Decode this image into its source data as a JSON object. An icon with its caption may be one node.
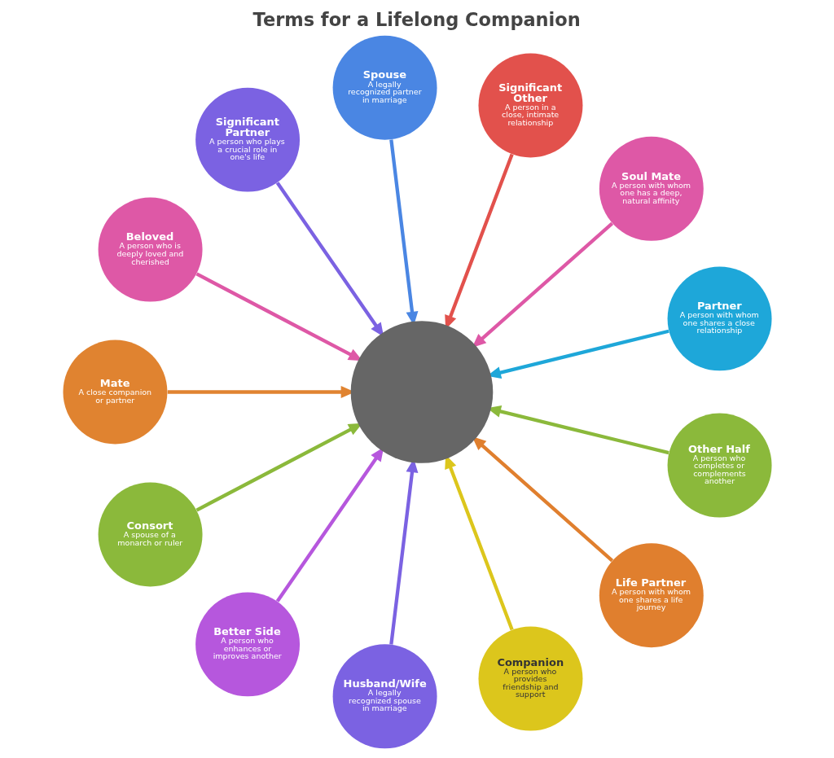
{
  "diagram": {
    "title": "Terms for a Lifelong Companion",
    "nodes": [
      {
        "text": [],
        "shape": "circle"
      },
      {
        "text": [
          "Spouse",
          "A legally recognized partner in marriage"
        ]
      },
      {
        "text": [
          "Significant Other",
          "A person in a close, intimate relationship"
        ]
      },
      {
        "text": [
          "Soul Mate",
          "A person with whom one has a deep, natural affinity"
        ]
      },
      {
        "text": [
          "Partner",
          "A person with whom one shares a close relationship"
        ]
      },
      {
        "text": [
          "Other Half",
          "A person who completes or complements another"
        ]
      },
      {
        "text": [
          "Life Partner",
          "A person with whom one shares a life journey"
        ]
      },
      {
        "text": [
          "Companion",
          "A person who provides friendship and support"
        ]
      },
      {
        "text": [
          "Husband/Wife",
          "A legally recognized spouse in marriage"
        ]
      },
      {
        "text": [
          "Better Side",
          "A person who enhances or improves another"
        ]
      },
      {
        "text": [
          "Consort",
          "A spouse of a monarch or ruler"
        ]
      },
      {
        "text": [
          "Mate",
          "A close companion or partner"
        ]
      },
      {
        "text": [
          "Beloved",
          "A person who is deeply loved and cherished"
        ]
      },
      {
        "text": [
          "Significant Partner",
          "A person who plays a crucial role in one's life"
        ]
      }
    ],
    "edges": [
      {
        "from": 1,
        "to": 0,
        "arrow": "to",
        "color": "#4a86e3"
      },
      {
        "from": 2,
        "to": 0,
        "arrow": "to",
        "color": "#e2514c"
      },
      {
        "from": 3,
        "to": 0,
        "arrow": "to",
        "color": "#de58a6"
      },
      {
        "from": 4,
        "to": 0,
        "arrow": "to",
        "color": "#1ea7d9"
      },
      {
        "from": 5,
        "to": 0,
        "arrow": "to",
        "color": "#8bb93b"
      },
      {
        "from": 6,
        "to": 0,
        "arrow": "to",
        "color": "#e07f2e"
      },
      {
        "from": 7,
        "to": 0,
        "arrow": "to",
        "color": "#dcc61c"
      },
      {
        "from": 8,
        "to": 0,
        "arrow": "to",
        "color": "#7b62e2"
      },
      {
        "from": 9,
        "to": 0,
        "arrow": "to",
        "color": "#b657dd"
      },
      {
        "from": 10,
        "to": 0,
        "arrow": "to",
        "color": "#8bb93b"
      },
      {
        "from": 11,
        "to": 0,
        "arrow": "to",
        "color": "#e08330"
      },
      {
        "from": 12,
        "to": 0,
        "arrow": "to",
        "color": "#de58a6"
      },
      {
        "from": 13,
        "to": 0,
        "arrow": "to",
        "color": "#7b62e2"
      }
    ]
  }
}
